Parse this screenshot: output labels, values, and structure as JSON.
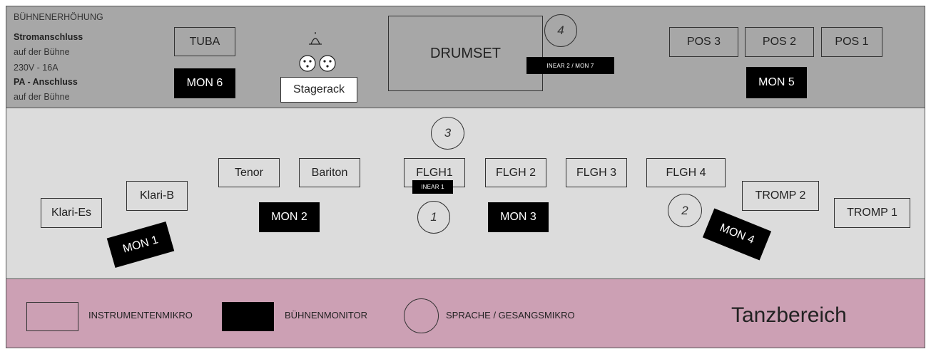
{
  "upper_stage": {
    "title": "BÜHNENERHÖHUNG",
    "power_label": "Stromanschluss",
    "power_location": "auf der Bühne",
    "power_spec": "230V - 16A",
    "pa_label": "PA - Anschluss",
    "pa_location": "auf der Bühne",
    "tuba": "TUBA",
    "mon6": "MON 6",
    "stagerack": "Stagerack",
    "drumset": "DRUMSET",
    "inear2_mon7": "INEAR 2 / MON 7",
    "circle4": "4",
    "pos3": "POS 3",
    "pos2": "POS 2",
    "pos1": "POS 1",
    "mon5": "MON 5"
  },
  "main_stage": {
    "klari_es": "Klari-Es",
    "klari_b": "Klari-B",
    "mon1": "MON 1",
    "tenor": "Tenor",
    "bariton": "Bariton",
    "mon2": "MON 2",
    "circle3": "3",
    "flgh1": "FLGH1",
    "inear1": "INEAR 1",
    "circle1": "1",
    "flgh2": "FLGH 2",
    "flgh3": "FLGH 3",
    "mon3": "MON 3",
    "flgh4": "FLGH 4",
    "circle2": "2",
    "mon4": "MON 4",
    "tromp2": "TROMP 2",
    "tromp1": "TROMP 1"
  },
  "legend": {
    "instrument_mic": "INSTRUMENTENMIKRO",
    "stage_monitor": "BÜHNENMONITOR",
    "speech_mic": "SPRACHE / GESANGSMIKRO",
    "dance_area": "Tanzbereich"
  }
}
